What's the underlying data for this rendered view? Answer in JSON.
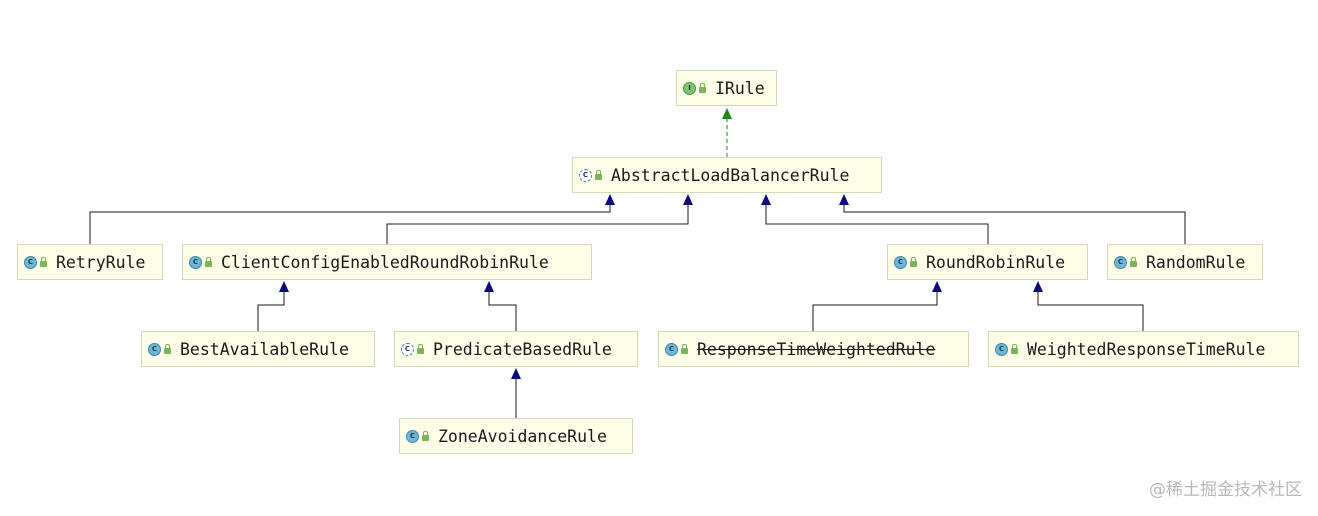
{
  "diagram": {
    "nodes": [
      {
        "id": "irule",
        "label": "IRule",
        "kind": "interface",
        "kind_letter": "I",
        "deprecated": false
      },
      {
        "id": "abstract",
        "label": "AbstractLoadBalancerRule",
        "kind": "abstract",
        "kind_letter": "C",
        "deprecated": false
      },
      {
        "id": "retry",
        "label": "RetryRule",
        "kind": "class",
        "kind_letter": "C",
        "deprecated": false
      },
      {
        "id": "clientcfg",
        "label": "ClientConfigEnabledRoundRobinRule",
        "kind": "class",
        "kind_letter": "C",
        "deprecated": false
      },
      {
        "id": "roundrobin",
        "label": "RoundRobinRule",
        "kind": "class",
        "kind_letter": "C",
        "deprecated": false
      },
      {
        "id": "random",
        "label": "RandomRule",
        "kind": "class",
        "kind_letter": "C",
        "deprecated": false
      },
      {
        "id": "bestavail",
        "label": "BestAvailableRule",
        "kind": "class",
        "kind_letter": "C",
        "deprecated": false
      },
      {
        "id": "predicate",
        "label": "PredicateBasedRule",
        "kind": "abstract",
        "kind_letter": "C",
        "deprecated": false
      },
      {
        "id": "resptime",
        "label": "ResponseTimeWeightedRule",
        "kind": "class",
        "kind_letter": "C",
        "deprecated": true
      },
      {
        "id": "weighted",
        "label": "WeightedResponseTimeRule",
        "kind": "class",
        "kind_letter": "C",
        "deprecated": false
      },
      {
        "id": "zone",
        "label": "ZoneAvoidanceRule",
        "kind": "class",
        "kind_letter": "C",
        "deprecated": false
      }
    ],
    "edges": [
      {
        "from": "abstract",
        "to": "irule",
        "type": "implements"
      },
      {
        "from": "retry",
        "to": "abstract",
        "type": "extends"
      },
      {
        "from": "clientcfg",
        "to": "abstract",
        "type": "extends"
      },
      {
        "from": "roundrobin",
        "to": "abstract",
        "type": "extends"
      },
      {
        "from": "random",
        "to": "abstract",
        "type": "extends"
      },
      {
        "from": "bestavail",
        "to": "clientcfg",
        "type": "extends"
      },
      {
        "from": "predicate",
        "to": "clientcfg",
        "type": "extends"
      },
      {
        "from": "resptime",
        "to": "roundrobin",
        "type": "extends"
      },
      {
        "from": "weighted",
        "to": "roundrobin",
        "type": "extends"
      },
      {
        "from": "zone",
        "to": "predicate",
        "type": "extends"
      }
    ],
    "colors": {
      "extends": "#0b0b7a",
      "implements": "#1e8a1e",
      "line": "#1a1a1a"
    }
  },
  "watermark": "@稀土掘金技术社区"
}
